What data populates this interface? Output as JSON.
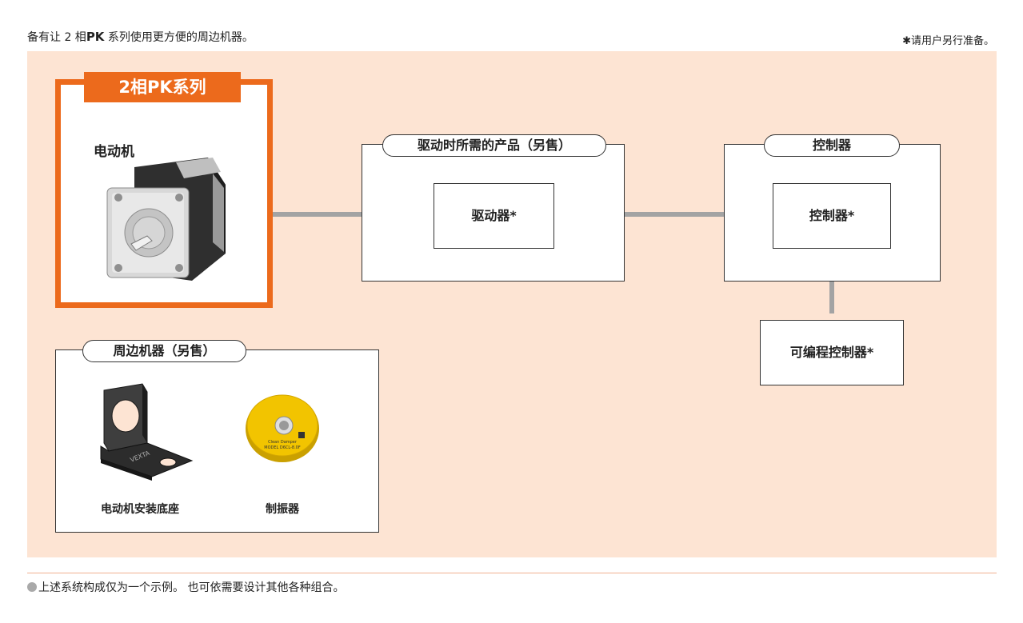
{
  "header": {
    "intro_prefix": "备有让 2 相",
    "intro_bold": "PK",
    "intro_suffix": " 系列使用更方便的周边机器。",
    "note": "✱请用户另行准备。"
  },
  "series": {
    "title": "2相PK系列",
    "motor_label": "电动机"
  },
  "drive_group": {
    "title": "驱动时所需的产品（另售）",
    "driver_label": "驱动器*"
  },
  "controller_group": {
    "title": "控制器",
    "controller_label": "控制器*"
  },
  "plc": {
    "label": "可编程控制器*"
  },
  "peripherals": {
    "title": "周边机器（另售）",
    "items": [
      {
        "label": "电动机安装底座",
        "product_text": "VEXTA"
      },
      {
        "label": "制振器",
        "product_text_1": "Clean Damper",
        "product_text_2": "MODEL D6CL-8.0F"
      }
    ]
  },
  "footer": {
    "text": "上述系统构成仅为一个示例。 也可依需要设计其他各种组合。"
  },
  "colors": {
    "accent": "#ec6a1c",
    "panel_bg": "#fde4d3",
    "connector": "#a3a3a3"
  }
}
